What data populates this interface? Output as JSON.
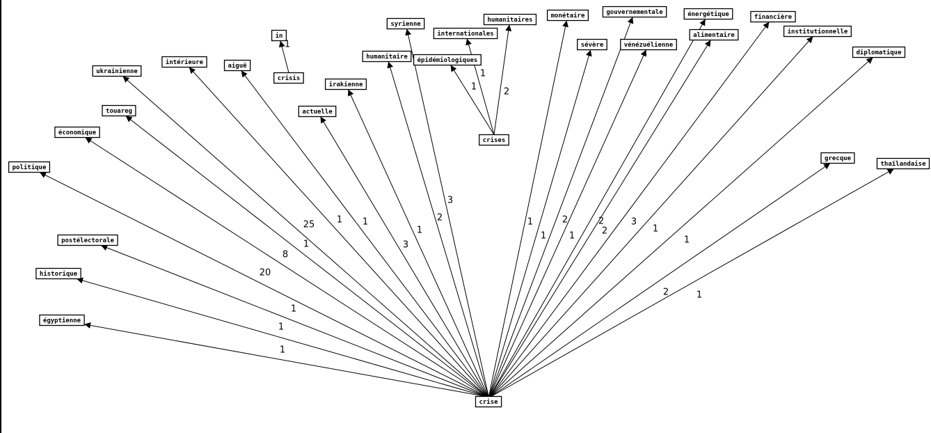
{
  "nodes": [
    {
      "id": "crise",
      "label": "crise"
    },
    {
      "id": "crises",
      "label": "crises"
    },
    {
      "id": "crisis",
      "label": "crisis"
    },
    {
      "id": "in",
      "label": "in"
    },
    {
      "id": "politique",
      "label": "politique"
    },
    {
      "id": "economique",
      "label": "économique"
    },
    {
      "id": "touareg",
      "label": "touareg"
    },
    {
      "id": "ukrainienne",
      "label": "ukrainienne"
    },
    {
      "id": "interieure",
      "label": "intérieure"
    },
    {
      "id": "aigue",
      "label": "aiguë"
    },
    {
      "id": "actuelle",
      "label": "actuelle"
    },
    {
      "id": "irakienne",
      "label": "irakienne"
    },
    {
      "id": "humanitaire",
      "label": "humanitaire"
    },
    {
      "id": "syrienne",
      "label": "syrienne"
    },
    {
      "id": "postelectorale",
      "label": "postélectorale"
    },
    {
      "id": "historique",
      "label": "historique"
    },
    {
      "id": "egyptienne",
      "label": "égyptienne"
    },
    {
      "id": "epidemiologiques",
      "label": "épidémiologiques"
    },
    {
      "id": "internationales",
      "label": "internationales"
    },
    {
      "id": "humanitaires",
      "label": "humanitaires"
    },
    {
      "id": "monetaire",
      "label": "monétaire"
    },
    {
      "id": "severe",
      "label": "sévère"
    },
    {
      "id": "gouvernementale",
      "label": "gouvernementale"
    },
    {
      "id": "venezuelienne",
      "label": "vénézuélienne"
    },
    {
      "id": "energetique",
      "label": "énergétique"
    },
    {
      "id": "alimentaire",
      "label": "alimentaire"
    },
    {
      "id": "financiere",
      "label": "financière"
    },
    {
      "id": "institutionnelle",
      "label": "institutionnelle"
    },
    {
      "id": "diplomatique",
      "label": "diplomatique"
    },
    {
      "id": "grecque",
      "label": "grecque"
    },
    {
      "id": "thailandaise",
      "label": "thaïlandaise"
    }
  ],
  "edges": [
    {
      "from": "crise",
      "to": "egyptienne",
      "weight": "1"
    },
    {
      "from": "crise",
      "to": "historique",
      "weight": "1"
    },
    {
      "from": "crise",
      "to": "postelectorale",
      "weight": "1"
    },
    {
      "from": "crise",
      "to": "politique",
      "weight": "20"
    },
    {
      "from": "crise",
      "to": "economique",
      "weight": "8"
    },
    {
      "from": "crise",
      "to": "touareg",
      "weight": "1"
    },
    {
      "from": "crise",
      "to": "ukrainienne",
      "weight": "25"
    },
    {
      "from": "crise",
      "to": "interieure",
      "weight": "1"
    },
    {
      "from": "crise",
      "to": "aigue",
      "weight": "1"
    },
    {
      "from": "crise",
      "to": "actuelle",
      "weight": "3"
    },
    {
      "from": "crise",
      "to": "irakienne",
      "weight": "1"
    },
    {
      "from": "crise",
      "to": "humanitaire",
      "weight": "2"
    },
    {
      "from": "crise",
      "to": "syrienne",
      "weight": "3"
    },
    {
      "from": "crise",
      "to": "monetaire",
      "weight": "1"
    },
    {
      "from": "crise",
      "to": "severe",
      "weight": "1"
    },
    {
      "from": "crise",
      "to": "gouvernementale",
      "weight": "2"
    },
    {
      "from": "crise",
      "to": "venezuelienne",
      "weight": "1"
    },
    {
      "from": "crise",
      "to": "energetique",
      "weight": "2"
    },
    {
      "from": "crise",
      "to": "alimentaire",
      "weight": "2"
    },
    {
      "from": "crise",
      "to": "financiere",
      "weight": "3"
    },
    {
      "from": "crise",
      "to": "institutionnelle",
      "weight": "1"
    },
    {
      "from": "crise",
      "to": "diplomatique",
      "weight": "1"
    },
    {
      "from": "crise",
      "to": "grecque",
      "weight": "2"
    },
    {
      "from": "crise",
      "to": "thailandaise",
      "weight": "1"
    },
    {
      "from": "crises",
      "to": "epidemiologiques",
      "weight": "1"
    },
    {
      "from": "crises",
      "to": "internationales",
      "weight": "1"
    },
    {
      "from": "crises",
      "to": "humanitaires",
      "weight": "2"
    },
    {
      "from": "crisis",
      "to": "in",
      "weight": "1"
    }
  ]
}
